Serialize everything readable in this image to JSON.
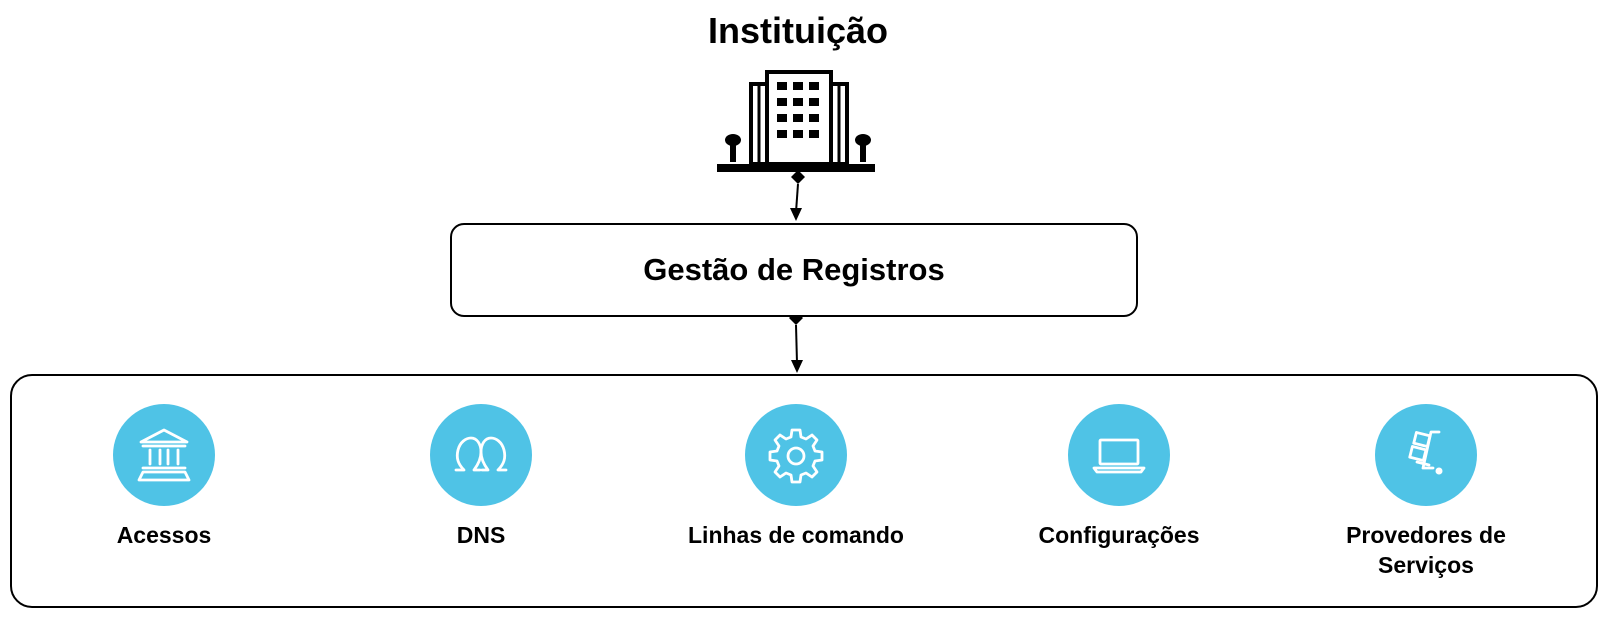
{
  "diagram": {
    "title": "Instituição",
    "building_icon": "building-icon",
    "process": {
      "label": "Gestão de Registros"
    },
    "items": [
      {
        "label": "Acessos",
        "icon": "bank-icon"
      },
      {
        "label": "DNS",
        "icon": "omega-icon"
      },
      {
        "label": "Linhas de comando",
        "icon": "gear-icon"
      },
      {
        "label": "Configurações",
        "icon": "laptop-icon"
      },
      {
        "label": "Provedores de Serviços",
        "icon": "hand-truck-icon"
      }
    ],
    "colors": {
      "icon_circle": "#4fc3e6",
      "icon_stroke": "#ffffff",
      "lines": "#000000"
    }
  }
}
